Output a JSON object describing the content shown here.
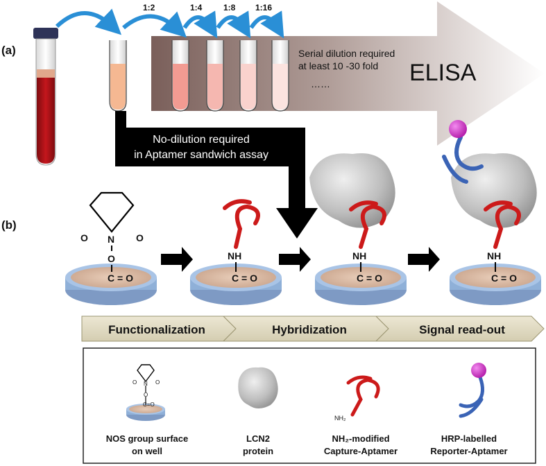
{
  "panel_a": {
    "label": "(a)",
    "dilution_ratios": [
      "1:2",
      "1:4",
      "1:8",
      "1:16"
    ],
    "serial_note_line1": "Serial dilution required",
    "serial_note_line2": "at least 10 -30 fold",
    "ellipsis": "……",
    "elisa": "ELISA",
    "no_dilution_line1": "No-dilution required",
    "no_dilution_line2": "in Aptamer sandwich assay"
  },
  "panel_b": {
    "label": "(b)",
    "chem_labels": {
      "oxygen": "O",
      "nitrogen": "N",
      "nh": "NH",
      "carbonyl": "C = O"
    },
    "stages": [
      "Functionalization",
      "Hybridization",
      "Signal read-out"
    ]
  },
  "legend": {
    "items": [
      {
        "line1": "NOS group surface",
        "line2": "on well"
      },
      {
        "line1": "LCN2",
        "line2": "protein"
      },
      {
        "line1": "NH₂-modified",
        "line2": "Capture-Aptamer"
      },
      {
        "line1": "HRP-labelled",
        "line2": "Reporter-Aptamer"
      }
    ],
    "nh2_tag": "NH₂",
    "mini_carbonyl": "C=O"
  },
  "colors": {
    "blood_red": "#b01318",
    "aptamer_red": "#cc1a1a",
    "aptamer_blue": "#3a63b5",
    "hrp_magenta": "#d62ac8",
    "protein_gray": "#bdbdbd",
    "stage_arrow": "#e2dcc4",
    "well_rim": "#8fb0d8",
    "well_floor": "#dbb9a3"
  }
}
